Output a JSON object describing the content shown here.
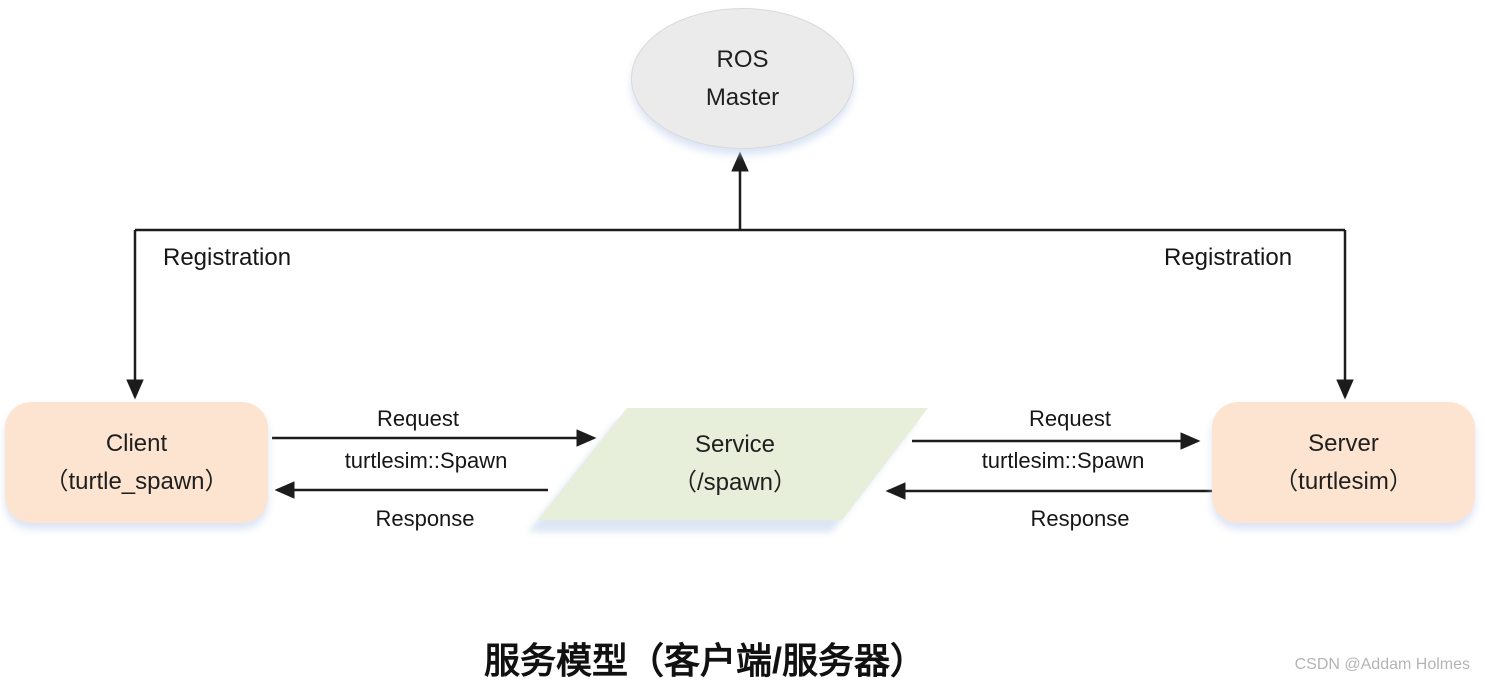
{
  "colors": {
    "background": "#ffffff",
    "node_peach": "#fce4d0",
    "node_gray": "#ebebeb",
    "node_green": "#e7eeda",
    "line": "#1c1c1c",
    "shadow": "#dde6f3",
    "watermark": "#b4b4b4"
  },
  "nodes": {
    "ros_master": {
      "line1": "ROS",
      "line2": "Master"
    },
    "client": {
      "line1": "Client",
      "line2": "（turtle_spawn）"
    },
    "service": {
      "line1": "Service",
      "line2": "（/spawn）"
    },
    "server": {
      "line1": "Server",
      "line2": "（turtlesim）"
    }
  },
  "edges": {
    "registration_left": "Registration",
    "registration_right": "Registration",
    "client_service": {
      "request": "Request",
      "type": "turtlesim::Spawn",
      "response": "Response"
    },
    "service_server": {
      "request": "Request",
      "type": "turtlesim::Spawn",
      "response": "Response"
    }
  },
  "caption": "服务模型（客户端/服务器）",
  "watermark": "CSDN @Addam Holmes"
}
